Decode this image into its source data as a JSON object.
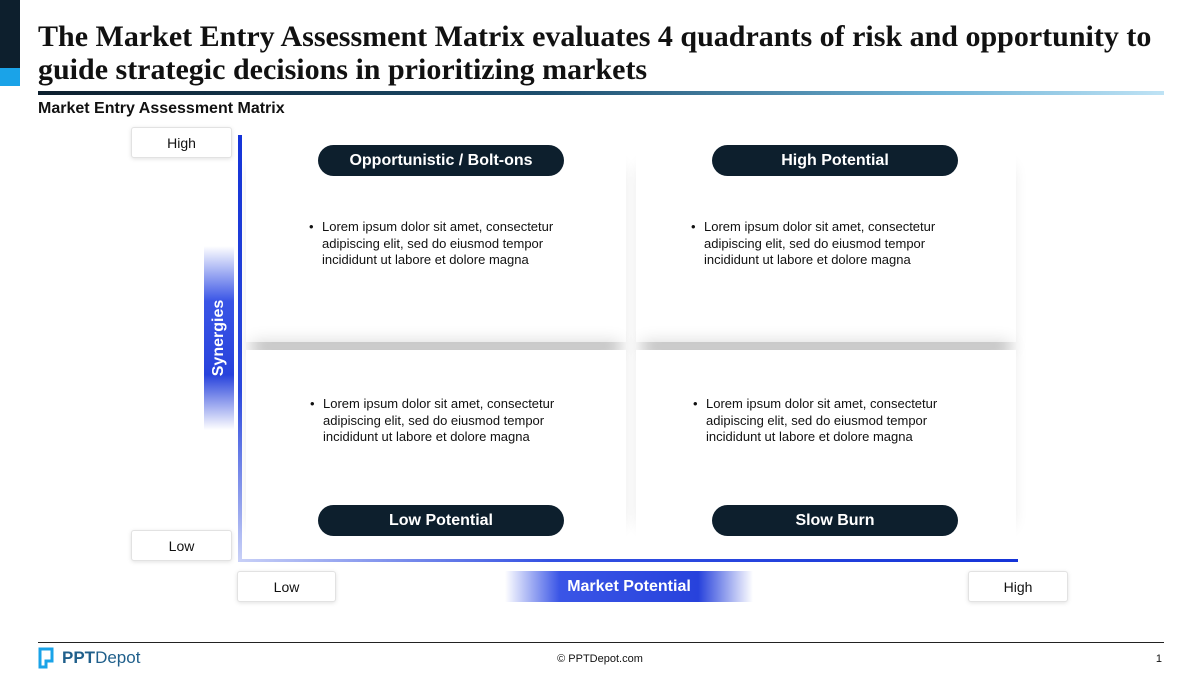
{
  "title": "The Market Entry Assessment Matrix evaluates 4 quadrants of risk and opportunity to guide strategic decisions in prioritizing markets",
  "subtitle": "Market Entry Assessment Matrix",
  "y_axis": {
    "label": "Synergies",
    "high": "High",
    "low": "Low"
  },
  "x_axis": {
    "label": "Market Potential",
    "low": "Low",
    "high": "High"
  },
  "quadrants": [
    {
      "name": "Opportunistic / Bolt-ons",
      "text": "Lorem ipsum dolor sit amet, consectetur adipiscing elit, sed do eiusmod tempor incididunt ut labore et dolore magna"
    },
    {
      "name": "High Potential",
      "text": "Lorem ipsum dolor sit amet, consectetur adipiscing elit, sed do eiusmod tempor incididunt ut labore et dolore magna"
    },
    {
      "name": "Low Potential",
      "text": "Lorem ipsum dolor sit amet, consectetur adipiscing elit, sed do eiusmod tempor incididunt ut labore et dolore magna"
    },
    {
      "name": "Slow Burn",
      "text": "Lorem ipsum dolor sit amet, consectetur adipiscing elit, sed do eiusmod tempor incididunt ut labore et dolore magna"
    }
  ],
  "footer": {
    "logo_bold": "PPT",
    "logo_rest": "Depot",
    "copyright": "© PPTDepot.com",
    "page_number": "1"
  },
  "colors": {
    "dark_navy": "#0d1f2d",
    "axis_blue": "#1534d8",
    "accent_cyan": "#1aa3e8"
  }
}
